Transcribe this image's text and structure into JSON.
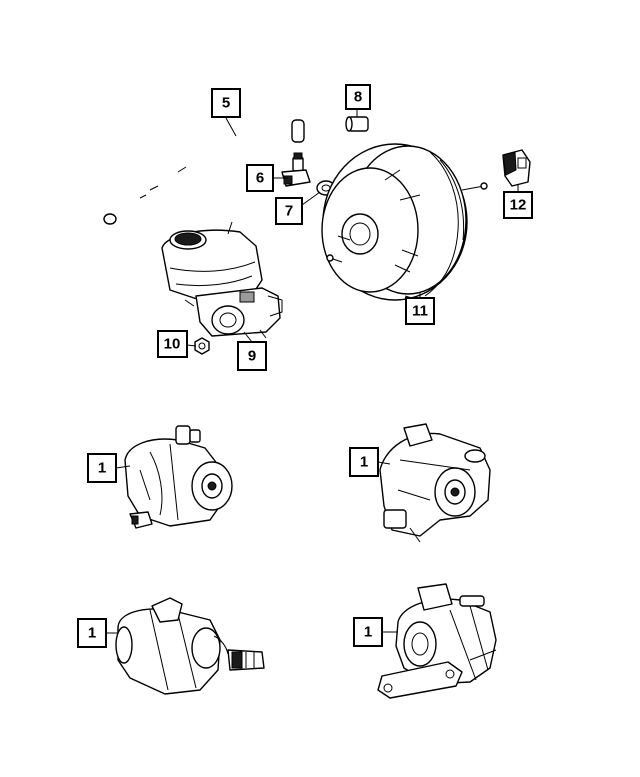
{
  "callouts": {
    "c5": "5",
    "c8": "8",
    "c6": "6",
    "c7": "7",
    "c12": "12",
    "c11": "11",
    "c10": "10",
    "c9": "9",
    "c1a": "1",
    "c1b": "1",
    "c1c": "1",
    "c1d": "1"
  },
  "colors": {
    "line": "#000000",
    "background": "#ffffff",
    "shade": "#1a1a1a"
  }
}
